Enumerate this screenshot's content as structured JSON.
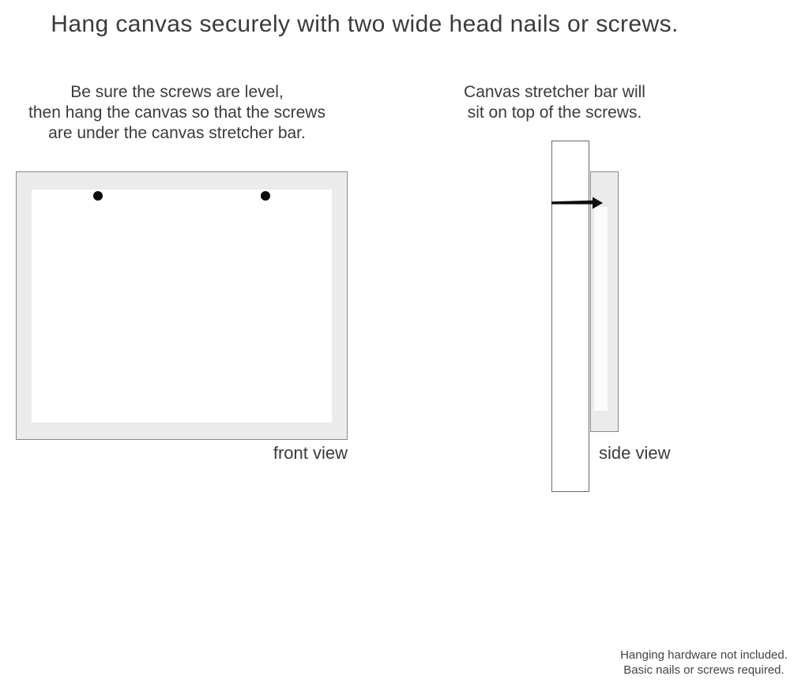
{
  "title": "Hang canvas securely with two wide head nails or screws.",
  "instructions": {
    "front": {
      "lines": [
        "Be sure the screws are level,",
        "then hang the canvas so that the screws",
        "are under the canvas stretcher bar."
      ]
    },
    "side": {
      "lines": [
        "Canvas stretcher bar will",
        "sit on top of the screws."
      ]
    }
  },
  "front_view": {
    "label": "front view",
    "nail_count": 2
  },
  "side_view": {
    "label": "side view"
  },
  "footnote": {
    "lines": [
      "Hanging hardware not included.",
      "Basic nails or screws required."
    ]
  },
  "icons": {
    "nail_side": "nail-pointing-right",
    "nail_front": "round-nail-head-dot"
  },
  "colors": {
    "background": "#ffffff",
    "canvas_edge_fill": "#ebebeb",
    "border": "#8a8a8a",
    "bar_border": "#6a6a6a",
    "text": "#3b3b3b",
    "nail": "#0c0c0c"
  }
}
